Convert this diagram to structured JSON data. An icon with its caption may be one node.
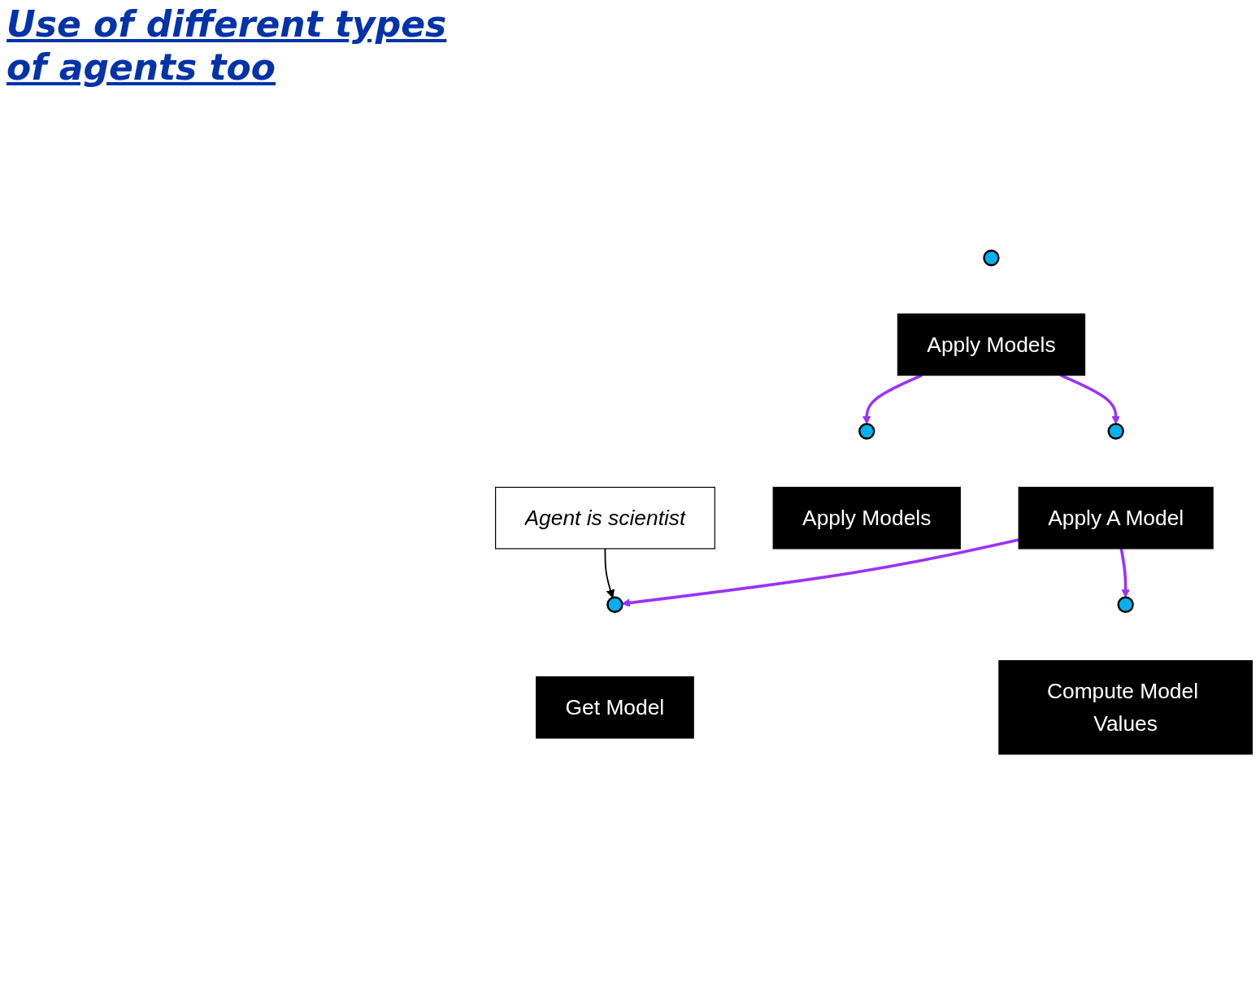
{
  "diagram": {
    "title": "Use of different types of agents too",
    "nodes": [
      {
        "text": [],
        "shape": "circle"
      },
      {
        "text": [
          "Apply Models"
        ]
      },
      {
        "text": [],
        "shape": "circle"
      },
      {
        "text": [
          "Apply A Model"
        ]
      },
      {
        "text": [],
        "shape": "circle"
      },
      {
        "text": [
          "Apply Models"
        ]
      },
      {
        "text": [
          "Agent is scientist"
        ]
      },
      {
        "text": [],
        "shape": "circle"
      },
      {
        "text": [
          "Get Model"
        ]
      },
      {
        "text": [],
        "shape": "circle"
      },
      {
        "text": [
          "Compute Model Values"
        ]
      }
    ],
    "edges": [
      {
        "from": 1,
        "to": 2,
        "arrow": "to"
      },
      {
        "from": 1,
        "to": 4,
        "arrow": "to"
      },
      {
        "from": 3,
        "to": 7,
        "arrow": "to"
      },
      {
        "from": 3,
        "to": 9,
        "arrow": "to"
      },
      {
        "from": 6,
        "to": 7,
        "arrow": "to",
        "color": "#000000"
      }
    ]
  }
}
